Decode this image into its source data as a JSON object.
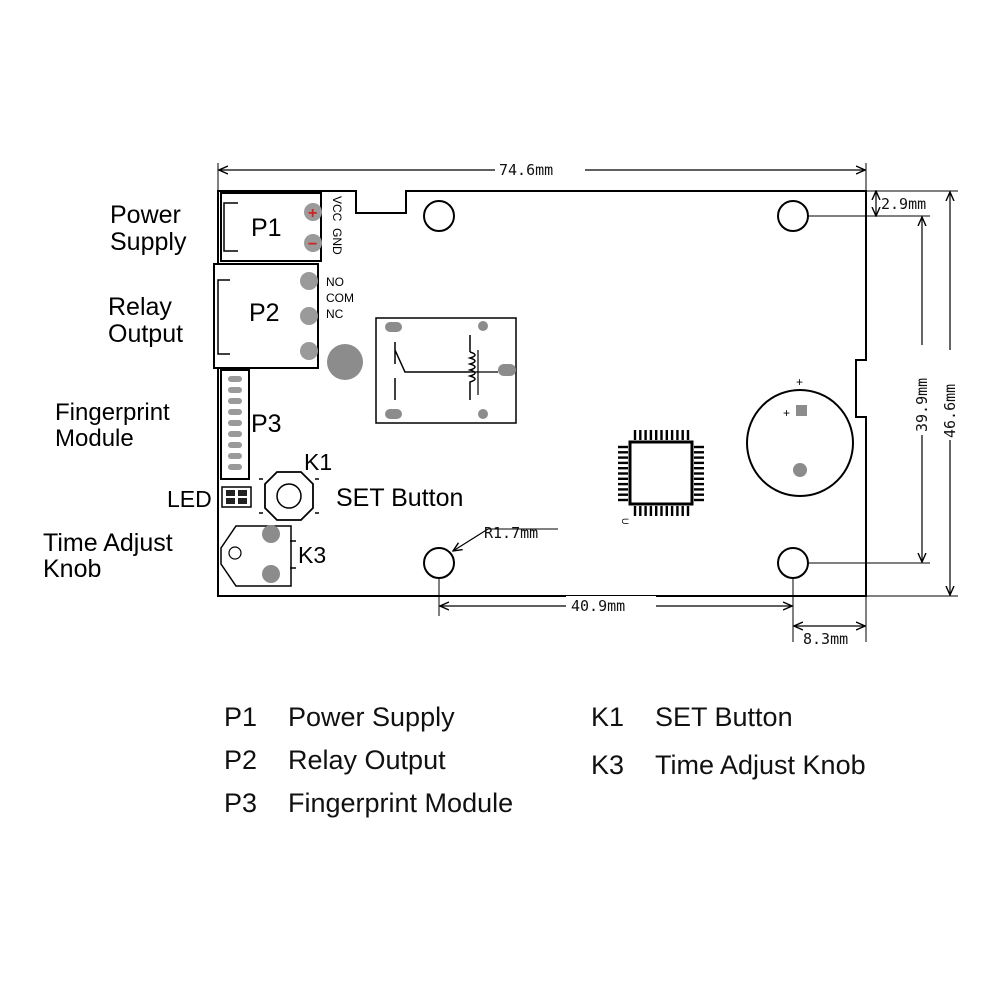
{
  "dimensions": {
    "width": "74.6mm",
    "height": "46.6mm",
    "hole_spacing_v": "39.9mm",
    "hole_spacing_h": "40.9mm",
    "edge_offset_top": "2.9mm",
    "edge_offset_right": "8.3mm",
    "hole_radius": "R1.7mm"
  },
  "callouts": {
    "power_supply": [
      "Power",
      "Supply"
    ],
    "relay_output": [
      "Relay",
      "Output"
    ],
    "fingerprint_module": [
      "Fingerprint",
      "Module"
    ],
    "led": "LED",
    "set_button": "SET Button",
    "time_adjust_knob": [
      "Time Adjust",
      "Knob"
    ]
  },
  "board": {
    "p1": "P1",
    "p2": "P2",
    "p3": "P3",
    "k1": "K1",
    "k3": "K3",
    "vcc": "VCC",
    "gnd": "GND",
    "no": "NO",
    "com": "COM",
    "nc": "NC",
    "plus": "+",
    "minus": "−",
    "chip_mark": "U",
    "battery_plus": "+"
  },
  "legend": [
    {
      "code": "P1",
      "name": "Power Supply"
    },
    {
      "code": "P2",
      "name": "Relay Output"
    },
    {
      "code": "P3",
      "name": "Fingerprint Module"
    },
    {
      "code": "K1",
      "name": "SET Button"
    },
    {
      "code": "K3",
      "name": "Time Adjust Knob"
    }
  ],
  "colors": {
    "terminal_red": "#d22020",
    "pad_grey": "#8c8c8c",
    "outline": "#000000"
  }
}
